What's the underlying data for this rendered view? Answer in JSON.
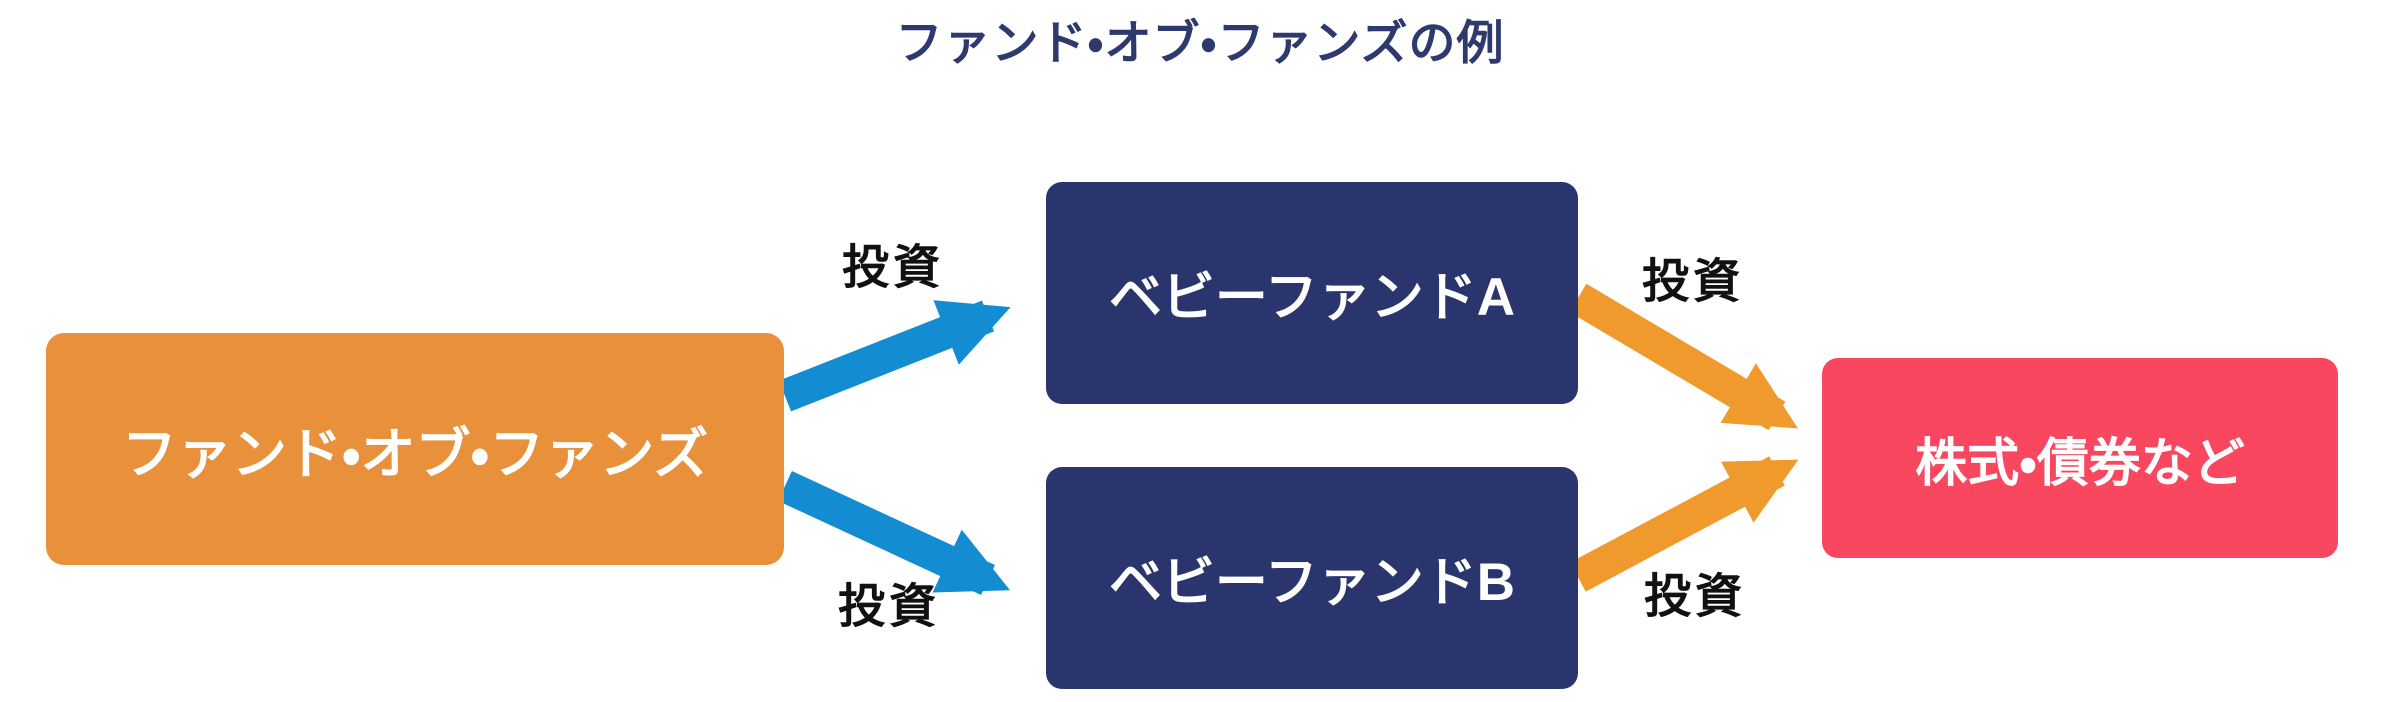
{
  "title": "ファンド・オブ・ファンズの例",
  "nodes": {
    "fof": {
      "label": "ファンド・オブ・ファンズ"
    },
    "baby_a": {
      "label": "ベビーファンドA"
    },
    "baby_b": {
      "label": "ベビーファンドB"
    },
    "assets": {
      "label": "株式・債券など"
    }
  },
  "edges": {
    "fof_to_a": {
      "label": "投資"
    },
    "fof_to_b": {
      "label": "投資"
    },
    "a_to_assets": {
      "label": "投資"
    },
    "b_to_assets": {
      "label": "投資"
    }
  },
  "colors": {
    "background": "#ffffff",
    "title_text": "#2e3a6e",
    "fof_box": "#e8913a",
    "baby_box": "#2b356d",
    "assets_box": "#f9475f",
    "box_text": "#ffffff",
    "arrow_blue": "#148cd2",
    "arrow_orange": "#f0992c",
    "label_text": "#111111"
  }
}
